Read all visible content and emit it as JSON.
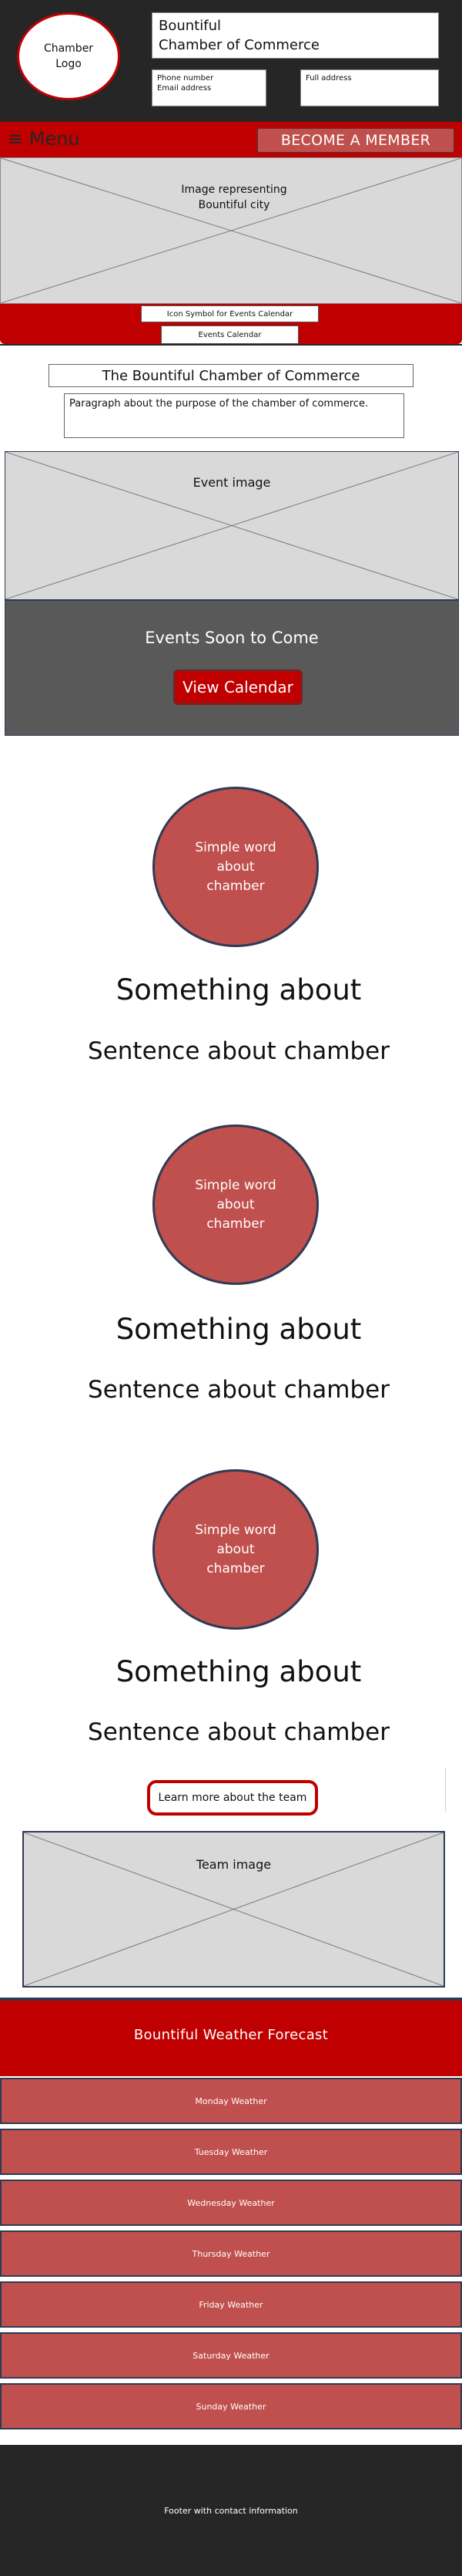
{
  "header": {
    "logo_line1": "Chamber",
    "logo_line2": "Logo",
    "title_line1": "Bountiful",
    "title_line2": "Chamber of Commerce",
    "phone_label": "Phone number",
    "email_label": "Email address",
    "address_label": "Full address"
  },
  "nav": {
    "menu_icon": "≡",
    "menu_label": "Menu",
    "become_member": "BECOME A MEMBER"
  },
  "hero": {
    "caption_line1": "Image representing",
    "caption_line2": "Bountiful city",
    "icon_calendar_label": "Icon Symbol for Events Calendar",
    "events_calendar_label": "Events Calendar"
  },
  "intro": {
    "title": "The Bountiful Chamber of Commerce",
    "paragraph": "Paragraph about the purpose of the chamber of commerce."
  },
  "events": {
    "image_caption": "Event image",
    "heading": "Events Soon to Come",
    "button": "View Calendar"
  },
  "features": [
    {
      "circle_line1": "Simple word",
      "circle_line2": "about",
      "circle_line3": "chamber",
      "title": "Something about",
      "sentence": "Sentence about chamber"
    },
    {
      "circle_line1": "Simple word",
      "circle_line2": "about",
      "circle_line3": "chamber",
      "title": "Something about",
      "sentence": "Sentence about chamber"
    },
    {
      "circle_line1": "Simple word",
      "circle_line2": "about",
      "circle_line3": "chamber",
      "title": "Something about",
      "sentence": "Sentence about chamber"
    }
  ],
  "team": {
    "button": "Learn more about the team",
    "image_caption": "Team image"
  },
  "weather": {
    "title": "Bountiful Weather Forecast",
    "days": [
      "Monday Weather",
      "Tuesday Weather",
      "Wednesday Weather",
      "Thursday Weather",
      "Friday Weather",
      "Saturday Weather",
      "Sunday Weather"
    ]
  },
  "footer": {
    "text": "Footer with contact information"
  },
  "colors": {
    "dark": "#262626",
    "brand_red": "#c00000",
    "muted_red": "#c0504d",
    "navy_border": "#2f3b55",
    "placeholder_gray": "#d9d9d9"
  }
}
